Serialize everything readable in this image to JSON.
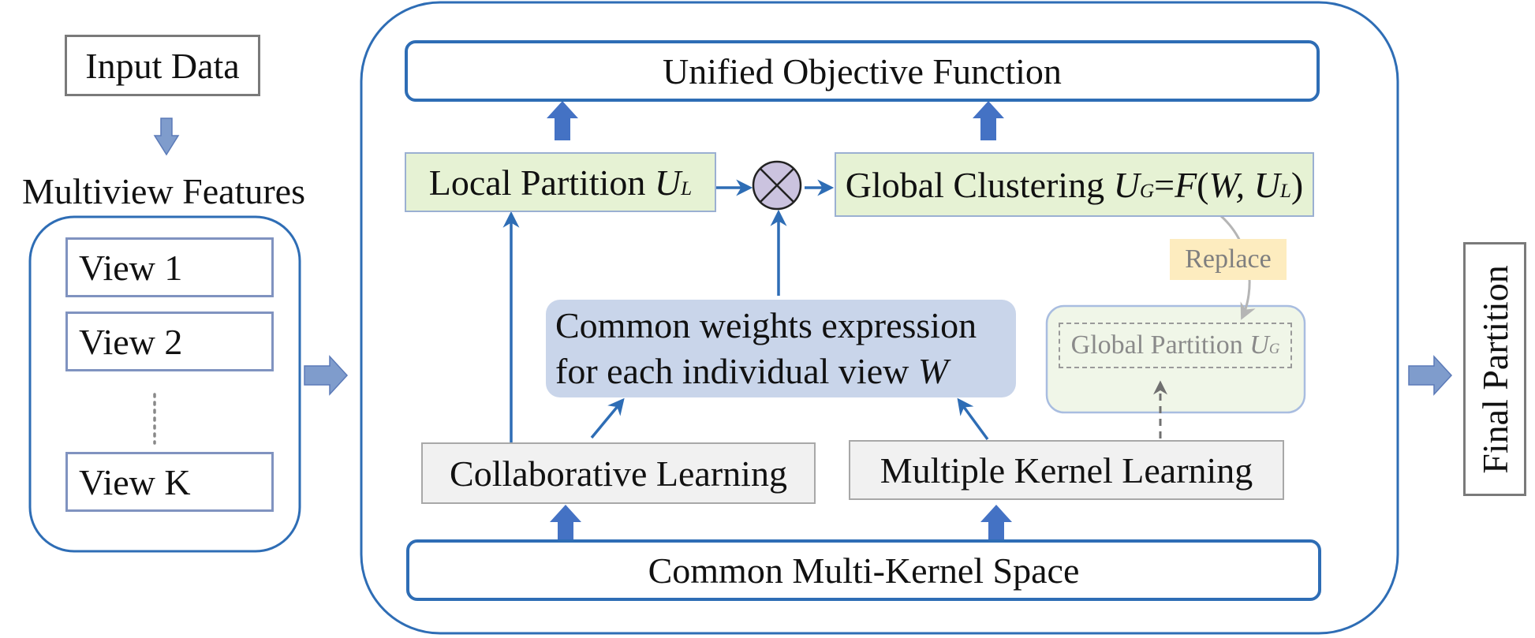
{
  "input_data": "Input Data",
  "multiview_features": "Multiview Features",
  "views": [
    "View 1",
    "View 2",
    "View K"
  ],
  "view_ellipsis": "......",
  "unified_objective": "Unified Objective Function",
  "local_partition": {
    "text": "Local Partition ",
    "symbol": "U",
    "subscript": "L"
  },
  "global_clustering": {
    "text": "Global Clustering ",
    "lhs_symbol": "U",
    "lhs_subscript": "G",
    "equals": "=",
    "func": "F",
    "open_paren": "(",
    "arg1": "W, ",
    "arg2_symbol": "U",
    "arg2_subscript": "L",
    "close_paren": ")"
  },
  "operator_symbol": "⊗",
  "common_weights": {
    "line1": "Common weights expression",
    "line2": "for each individual view ",
    "symbol": "W"
  },
  "replace_label": "Replace",
  "global_partition": {
    "text": "Global Partition ",
    "symbol": "U",
    "subscript": "G"
  },
  "collaborative_learning": "Collaborative Learning",
  "multiple_kernel_learning": "Multiple Kernel Learning",
  "common_multikernel_space": "Common Multi-Kernel Space",
  "final_partition": "Final Partition",
  "colors": {
    "blue_line": "#2e6db5",
    "arrow_fill": "#4472c4",
    "soft_arrow": "#7f9ccc",
    "green_fill": "#e6f2d4",
    "weights_fill": "#c9d5ea",
    "operator_fill": "#cbc3df",
    "replace_fill": "#fdecbf",
    "gray_fill": "#f1f1f1",
    "faded_green": "#f0f6e8"
  }
}
